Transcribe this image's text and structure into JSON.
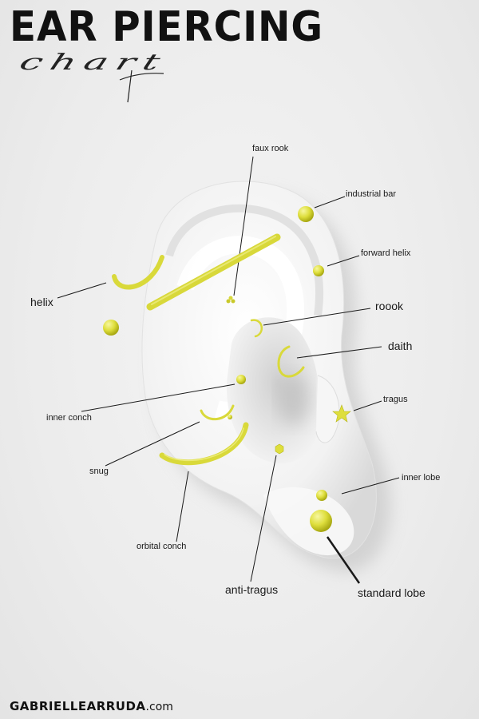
{
  "header": {
    "title": "EAR PIERCING",
    "subtitle": "chart"
  },
  "labels": {
    "faux_rook": "faux rook",
    "industrial_bar": "industrial bar",
    "forward_helix": "forward helix",
    "helix": "helix",
    "roook": "roook",
    "daith": "daith",
    "tragus": "tragus",
    "inner_conch": "inner conch",
    "snug": "snug",
    "inner_lobe": "inner lobe",
    "orbital_conch": "orbital conch",
    "anti_tragus": "anti-tragus",
    "standard_lobe": "standard lobe"
  },
  "footer": {
    "brand": "GABRIELLEARRUDA",
    "tld": ".com"
  },
  "colors": {
    "jewelry": "#e3e34a",
    "jewelry_dark": "#b8b81e",
    "ear": "#f7f7f7",
    "leader_line": "#1a1a1a"
  }
}
